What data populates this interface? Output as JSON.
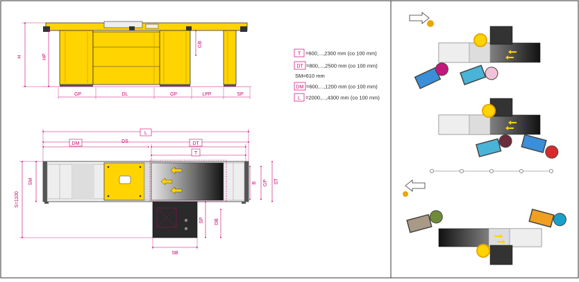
{
  "side_view": {
    "H": "H",
    "HP": "HP",
    "GB": "GB",
    "GP_left": "GP",
    "DL": "DL",
    "GP_right": "GP",
    "LPP": "LPP",
    "SP": "SP"
  },
  "top_view": {
    "L": "L",
    "DM": "DM",
    "DS": "DS",
    "DT": "DT",
    "T": "T",
    "SM": "SM",
    "S1100": "S=1100",
    "B": "B",
    "GP": "GP",
    "ST": "ST",
    "SP": "SP",
    "DB": "DB",
    "SB": "SB"
  },
  "specs": [
    {
      "key": "T",
      "text": "=600,...,2300 mm (co 100 mm)"
    },
    {
      "key": "DT",
      "text": "=800,...,2500 mm (co 100 mm)"
    },
    {
      "key": "",
      "text": "SM=610 mm"
    },
    {
      "key": "DM",
      "text": "=600,...,1200 mm (co 100 mm)"
    },
    {
      "key": "L",
      "text": "=2000,...,4300 mm (co 100 mm)"
    }
  ],
  "colors": {
    "accent": "#c8006e",
    "yellow": "#ffd400",
    "dark": "#2a2a2a"
  }
}
